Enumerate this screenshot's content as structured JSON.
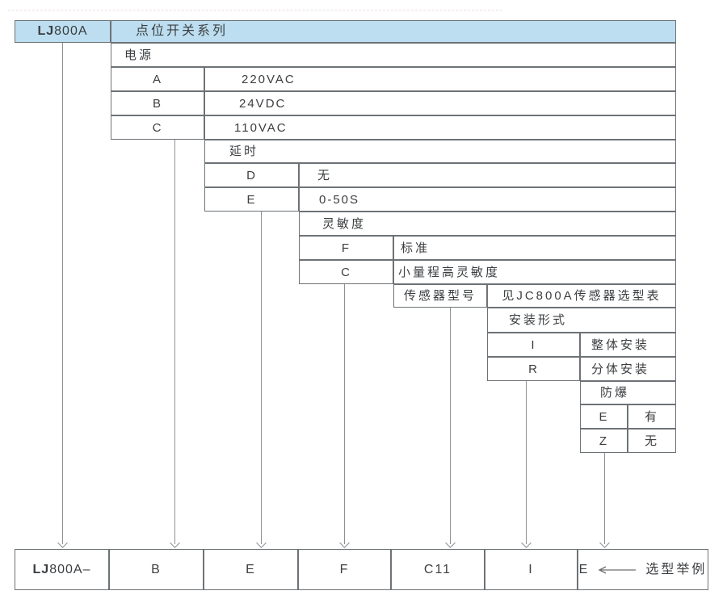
{
  "colors": {
    "header_fill": "#bcdef0",
    "border": "#6d7276",
    "text": "#3b3e41",
    "line": "#8d9194"
  },
  "header": {
    "model_prefix": "LJ",
    "model_suffix": "800A",
    "series_label": "点位开关系列"
  },
  "sections": {
    "power": {
      "label": "电源",
      "options": [
        {
          "code": "A",
          "value": "220VAC"
        },
        {
          "code": "B",
          "value": "24VDC"
        },
        {
          "code": "C",
          "value": "110VAC"
        }
      ]
    },
    "delay": {
      "label": "延时",
      "options": [
        {
          "code": "D",
          "value": "无"
        },
        {
          "code": "E",
          "value": "0-50S"
        }
      ]
    },
    "sensitivity": {
      "label": "灵敏度",
      "options": [
        {
          "code": "F",
          "value": "标准"
        },
        {
          "code": "C",
          "value": "小量程高灵敏度"
        }
      ]
    },
    "sensor": {
      "label": "传感器型号",
      "value": "见JC800A传感器选型表"
    },
    "mounting": {
      "label": "安装形式",
      "options": [
        {
          "code": "I",
          "value": "整体安装"
        },
        {
          "code": "R",
          "value": "分体安装"
        }
      ]
    },
    "explosion": {
      "label": "防爆",
      "options": [
        {
          "code": "E",
          "value": "有"
        },
        {
          "code": "Z",
          "value": "无"
        }
      ]
    }
  },
  "example": {
    "model_prefix": "LJ",
    "model_suffix": "800A–",
    "codes": [
      "B",
      "E",
      "F",
      "C11",
      "I",
      "E"
    ],
    "caption": "选型举例"
  }
}
